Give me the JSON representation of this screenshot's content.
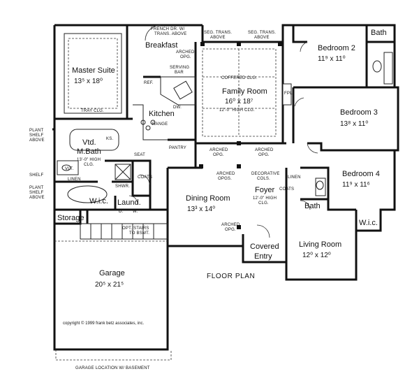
{
  "plan_title": "FLOOR PLAN",
  "copyright": "copyright © 1999 frank betz associates, inc.",
  "rooms": {
    "master_suite": {
      "name": "Master Suite",
      "dim": "13⁵ x 18⁰"
    },
    "breakfast": {
      "name": "Breakfast"
    },
    "kitchen": {
      "name": "Kitchen"
    },
    "family_room": {
      "name": "Family Room",
      "dim": "16⁰ x 18⁷"
    },
    "bedroom2": {
      "name": "Bedroom 2",
      "dim": "11⁹ x 11⁰"
    },
    "bedroom3": {
      "name": "Bedroom 3",
      "dim": "13⁸ x 11⁰"
    },
    "bedroom4": {
      "name": "Bedroom 4",
      "dim": "11⁹ x 11⁶"
    },
    "bath_top": {
      "name": "Bath"
    },
    "bath_mid": {
      "name": "Bath"
    },
    "vtd_mbath": {
      "name1": "Vtd.",
      "name2": "M.Bath"
    },
    "wic_master": {
      "name": "W.i.c."
    },
    "wic_bed4": {
      "name": "W.i.c."
    },
    "laund": {
      "name": "Laund."
    },
    "storage": {
      "name": "Storage"
    },
    "dining_room": {
      "name": "Dining Room",
      "dim": "13³ x 14⁰"
    },
    "foyer": {
      "name": "Foyer"
    },
    "covered_entry": {
      "name1": "Covered",
      "name2": "Entry"
    },
    "living_room": {
      "name": "Living Room",
      "dim": "12⁰ x 12⁰"
    },
    "garage": {
      "name": "Garage",
      "dim": "20⁵ x 21⁵"
    }
  },
  "notes": {
    "tray_clg": "TRAY CLG.",
    "french_dr_1": "FRENCH DR. W/",
    "french_dr_2": "TRANS. ABOVE",
    "seg_trans_1a": "SEG. TRANS.",
    "seg_trans_1b": "ABOVE",
    "seg_trans_2a": "SEG. TRANS.",
    "seg_trans_2b": "ABOVE",
    "arched_opg_top_a": "ARCHED",
    "arched_opg_top_b": "OPG.",
    "serving_bar_a": "SERVING",
    "serving_bar_b": "BAR",
    "coffered_clg": "COFFERED CLG.",
    "high_clg_family": "12'-0\" HIGH CLG.",
    "fpl": "FPL",
    "ref": "REF.",
    "dw": "DW.",
    "range": "RANGE",
    "pantry": "PANTRY",
    "arched_opg_1a": "ARCHED",
    "arched_opg_1b": "OPG.",
    "arched_opg_2a": "ARCHED",
    "arched_opg_2b": "OPG.",
    "arched_opgs_a": "ARCHED",
    "arched_opgs_b": "OPGS.",
    "decorative_cols_a": "DECORATIVE",
    "decorative_cols_b": "COLS.",
    "foyer_clg_a": "12'-0\" HIGH",
    "foyer_clg_b": "CLG.",
    "arched_opg_dining_a": "ARCHED",
    "arched_opg_dining_b": "OPG.",
    "mbath_clg_a": "13'-0\" HIGH",
    "mbath_clg_b": "CLG.",
    "plant_shelf_1a": "PLANT",
    "plant_shelf_1b": "SHELF",
    "plant_shelf_1c": "ABOVE",
    "plant_shelf_2a": "PLANT",
    "plant_shelf_2b": "SHELF",
    "plant_shelf_2c": "ABOVE",
    "shelf": "SHELF",
    "ks": "KS.",
    "vlt": "VLT.",
    "shwr": "SHWR.",
    "seat": "SEAT",
    "coats_1": "COATS",
    "coats_2": "COATS",
    "linen_1": "LINEN",
    "linen_2": "LINEN",
    "d": "D.",
    "w": "W.",
    "opt_stairs_a": "OPT. STAIRS",
    "opt_stairs_b": "TO BSMT.",
    "garage_location": "GARAGE LOCATION W/ BASEMENT"
  }
}
